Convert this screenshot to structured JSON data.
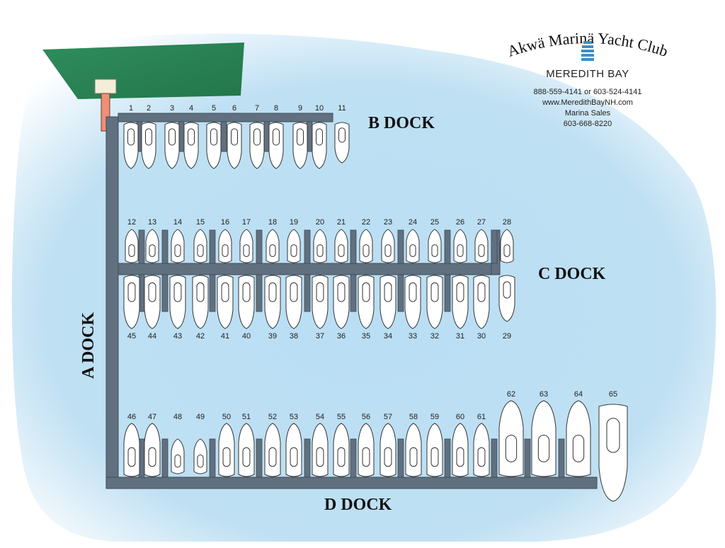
{
  "club": {
    "name": "Akwä Marinä Yacht Club",
    "bay": "MEREDITH BAY",
    "phones": "888-559-4141 or 603-524-4141",
    "website": "www.MeredithBayNH.com",
    "sales_label": "Marina Sales",
    "sales_phone": "603-668-8220",
    "logo_icon": "lighthouse-icon"
  },
  "docks": {
    "a": "A DOCK",
    "b": "B DOCK",
    "c": "C DOCK",
    "d": "D DOCK"
  },
  "slips": {
    "b_dock": [
      "1",
      "2",
      "3",
      "4",
      "5",
      "6",
      "7",
      "8",
      "9",
      "10",
      "11"
    ],
    "c_dock_north": [
      "12",
      "13",
      "14",
      "15",
      "16",
      "17",
      "18",
      "19",
      "20",
      "21",
      "22",
      "23",
      "24",
      "25",
      "26",
      "27",
      "28"
    ],
    "c_dock_south": [
      "45",
      "44",
      "43",
      "42",
      "41",
      "40",
      "39",
      "38",
      "37",
      "36",
      "35",
      "34",
      "33",
      "32",
      "31",
      "30",
      "29"
    ],
    "d_dock": [
      "46",
      "47",
      "48",
      "49",
      "50",
      "51",
      "52",
      "53",
      "54",
      "55",
      "56",
      "57",
      "58",
      "59",
      "60",
      "61",
      "62",
      "63",
      "64",
      "65"
    ]
  },
  "colors": {
    "water": "#b8dcf0",
    "land": "#2e8b57",
    "dock": "#5f6f7f",
    "ramp": "#f08a72"
  }
}
